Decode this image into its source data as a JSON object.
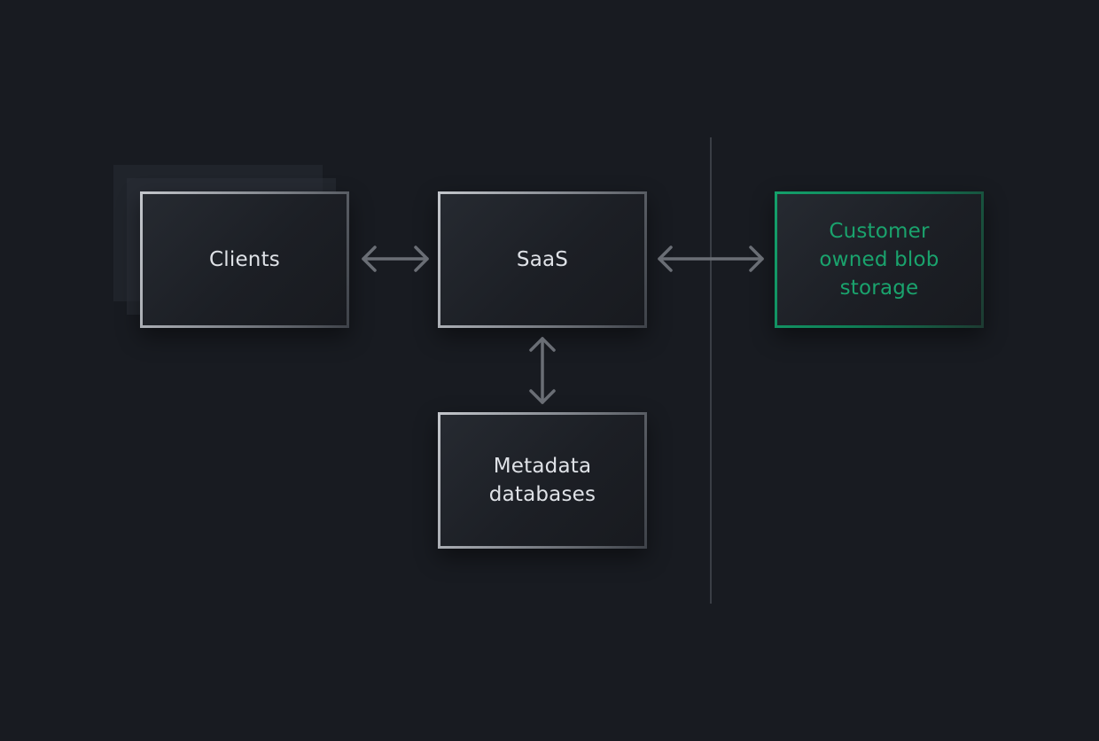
{
  "nodes": {
    "clients": "Clients",
    "saas": "SaaS",
    "metadata": "Metadata databases",
    "storage": "Customer owned blob storage"
  },
  "colors": {
    "background": "#181b21",
    "box_text": "#dfe2e7",
    "accent_green": "#1aa36d",
    "arrow": "#6a6e75",
    "divider": "#3a3e45"
  },
  "icons": {
    "clients_saas": "double-headed-horizontal-arrow",
    "saas_storage": "double-headed-horizontal-arrow",
    "saas_metadata": "double-headed-vertical-arrow"
  }
}
